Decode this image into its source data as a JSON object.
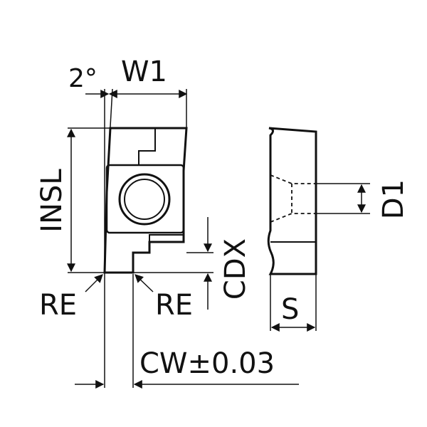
{
  "labels": {
    "angle": "2°",
    "w1": "W1",
    "insl": "INSL",
    "cdx": "CDX",
    "d1": "D1",
    "re_left": "RE",
    "re_right": "RE",
    "s": "S",
    "cw": "CW±0.03"
  },
  "colors": {
    "stroke": "#111111",
    "background": "#ffffff"
  }
}
